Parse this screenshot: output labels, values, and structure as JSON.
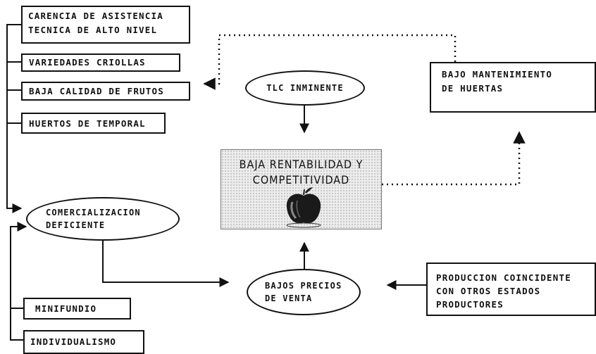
{
  "left_factors": [
    {
      "lines": [
        "CARENCIA DE ASISTENCIA",
        "TECNICA DE ALTO NIVEL"
      ]
    },
    {
      "lines": [
        "VARIEDADES CRIOLLAS"
      ]
    },
    {
      "lines": [
        "BAJA CALIDAD DE FRUTOS"
      ]
    },
    {
      "lines": [
        "HUERTOS DE TEMPORAL"
      ]
    }
  ],
  "tlc": {
    "lines": [
      "TLC INMINENTE"
    ]
  },
  "center": {
    "lines": [
      "BAJA RENTABILIDAD Y",
      "COMPETITIVIDAD"
    ],
    "icon": "apple-icon"
  },
  "mantenimiento": {
    "lines": [
      "BAJO MANTENIMIENTO",
      "DE HUERTAS"
    ]
  },
  "comercializacion": {
    "lines": [
      "COMERCIALIZACION",
      "DEFICIENTE"
    ]
  },
  "bajos_precios": {
    "lines": [
      "BAJOS PRECIOS",
      "DE VENTA"
    ]
  },
  "produccion": {
    "lines": [
      "PRODUCCION COINCIDENTE",
      "CON OTROS ESTADOS",
      "PRODUCTORES"
    ]
  },
  "bottom_factors": [
    {
      "lines": [
        "MINIFUNDIO"
      ]
    },
    {
      "lines": [
        "INDIVIDUALISMO"
      ]
    }
  ]
}
